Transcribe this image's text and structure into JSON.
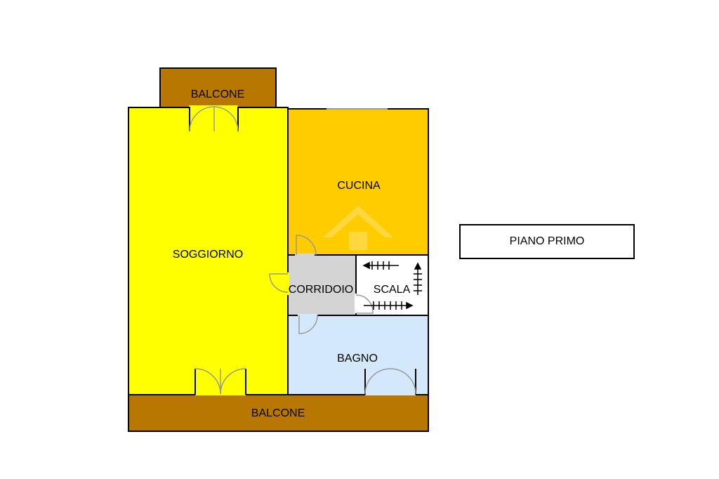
{
  "floor_label": "PIANO PRIMO",
  "rooms": {
    "balcone_top": {
      "label": "BALCONE",
      "color": "#b87700"
    },
    "soggiorno": {
      "label": "SOGGIORNO",
      "color": "#ffff00"
    },
    "cucina": {
      "label": "CUCINA",
      "color": "#ffcc00"
    },
    "corridoio": {
      "label": "CORRIDOIO",
      "color": "#d4d4d4"
    },
    "scala": {
      "label": "SCALA",
      "color": "#ffffff"
    },
    "bagno": {
      "label": "BAGNO",
      "color": "#d4e8fb"
    },
    "balcone_bottom": {
      "label": "BALCONE",
      "color": "#b87700"
    }
  },
  "wall_color": "#000000",
  "door_color": "#9a9a9a"
}
